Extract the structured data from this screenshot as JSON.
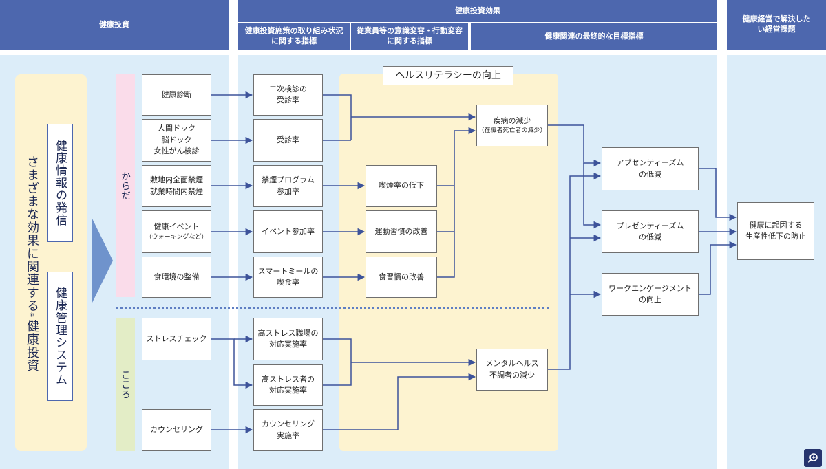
{
  "headers": {
    "investment": "健康投資",
    "effects": "健康投資効果",
    "sub1": "健康投資施策の取り組み状況に関する指標",
    "sub2": "従業員等の意識変容・行動変容に関する指標",
    "sub3": "健康関連の最終的な目標指標",
    "issues": "健康経営で解決したい経営課題"
  },
  "left": {
    "main": "さまざまな効果に関連する",
    "note": "※",
    "main_tail": "健康投資",
    "info": "健康情報の発信",
    "system": "健康管理システム"
  },
  "categories": {
    "body": "からだ",
    "mind": "こころ"
  },
  "literacy": "ヘルスリテラシーの向上",
  "measures": {
    "checkup": "健康診断",
    "dock_lines": [
      "人間ドック",
      "脳ドック",
      "女性がん検診"
    ],
    "smoking_lines": [
      "敷地内全面禁煙",
      "就業時間内禁煙"
    ],
    "event": "健康イベント",
    "event_sub": "（ウォーキングなど）",
    "food": "食環境の整備",
    "stress": "ストレスチェック",
    "counseling": "カウンセリング"
  },
  "indicators": {
    "recheck_lines": [
      "二次検診の",
      "受診率"
    ],
    "consult": "受診率",
    "quit_lines": [
      "禁煙プログラム",
      "参加率"
    ],
    "event_rate": "イベント参加率",
    "meal_lines": [
      "スマートミールの",
      "喫食率"
    ],
    "stress_work_lines": [
      "高ストレス職場の",
      "対応実施率"
    ],
    "stress_person_lines": [
      "高ストレス者の",
      "対応実施率"
    ],
    "counsel_lines": [
      "カウンセリング",
      "実施率"
    ]
  },
  "behaviors": {
    "smoking_down": "喫煙率の低下",
    "exercise": "運動習慣の改善",
    "diet": "食習慣の改善"
  },
  "outcomes": {
    "disease": "疾病の減少",
    "disease_sub": "（在職者死亡者の減少）",
    "mental_lines": [
      "メンタルヘルス",
      "不調者の減少"
    ]
  },
  "final": {
    "absent_lines": [
      "アブセンティーズム",
      "の低減"
    ],
    "present_lines": [
      "プレゼンティーズム",
      "の低減"
    ],
    "engage_lines": [
      "ワークエンゲージメント",
      "の向上"
    ]
  },
  "issue_lines": [
    "健康に起因する",
    "生産性低下の防止"
  ],
  "colors": {
    "header": "#4d67ae",
    "column_bg": "#dcedf9",
    "yellow": "#fdf3d0",
    "pink": "#fadcea",
    "green": "#e3edc6",
    "arrow": "#3d539a",
    "triangle": "#6f93cc"
  },
  "icons": {
    "zoom": "zoom-in-icon"
  }
}
